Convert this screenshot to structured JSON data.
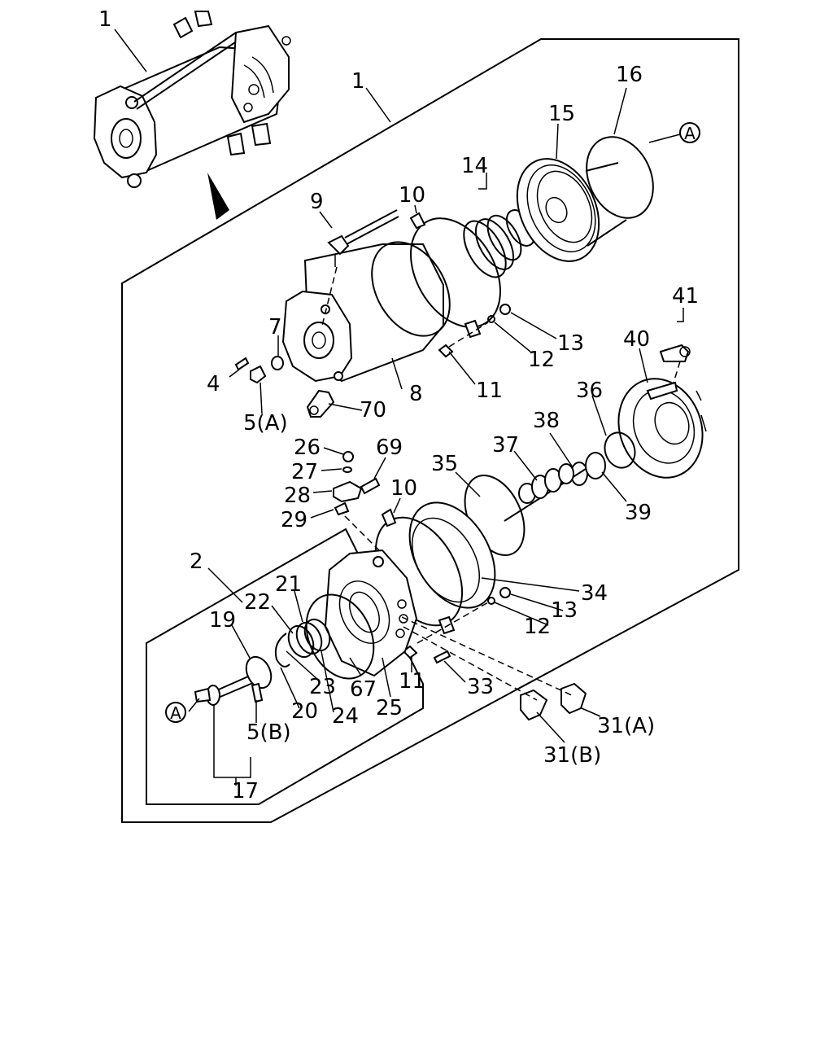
{
  "callout_circle": "A",
  "labels": {
    "l1_top": "1",
    "l1_main": "1",
    "l16": "16",
    "l15": "15",
    "l14": "14",
    "l9": "9",
    "l10_top": "10",
    "l7": "7",
    "l4": "4",
    "l5a": "5(A)",
    "l70": "70",
    "l8": "8",
    "l11_top": "11",
    "l12_top": "12",
    "l13_top": "13",
    "l41": "41",
    "l40": "40",
    "l36": "36",
    "l38": "38",
    "l37": "37",
    "l35": "35",
    "l39": "39",
    "l26": "26",
    "l27": "27",
    "l28": "28",
    "l29": "29",
    "l69": "69",
    "l10_bot": "10",
    "l2": "2",
    "l19": "19",
    "l22": "22",
    "l21": "21",
    "l34": "34",
    "l13_bot": "13",
    "l12_bot": "12",
    "l23": "23",
    "l20": "20",
    "l24": "24",
    "l67": "67",
    "l25": "25",
    "l11_bot": "11",
    "l33": "33",
    "l5b": "5(B)",
    "l17": "17",
    "l31a": "31(A)",
    "l31b": "31(B)"
  }
}
